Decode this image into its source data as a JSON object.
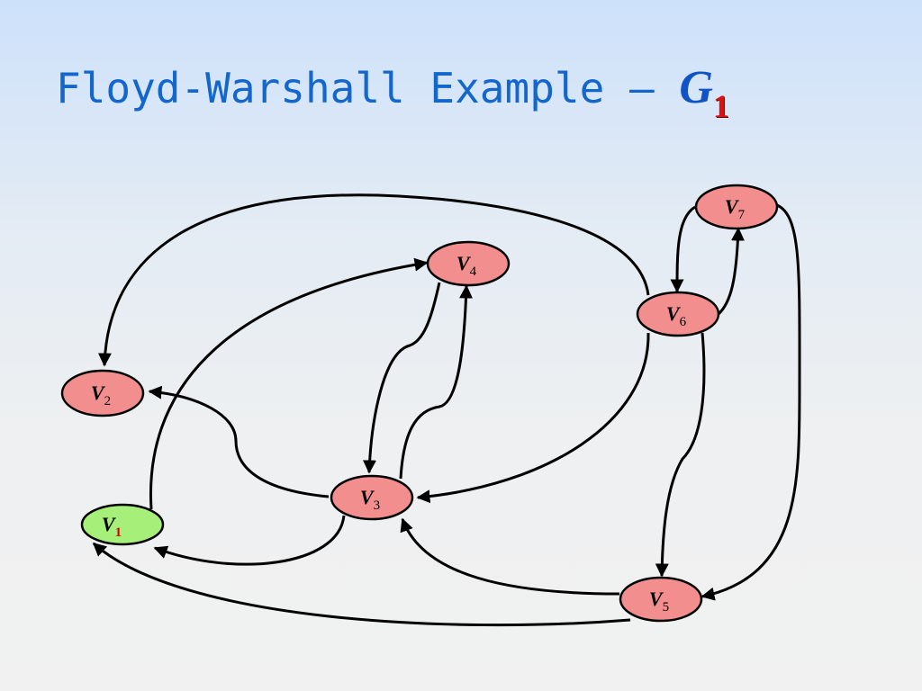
{
  "slide": {
    "title_text": "Floyd-Warshall Example – ",
    "graph_name": "G",
    "graph_subscript": "1"
  },
  "colors": {
    "title": "#1266cc",
    "node_fill": "#f28e8e",
    "source_node_fill": "#a6f07a",
    "edge": "#000000",
    "subscript_highlight": "#d40000"
  },
  "graph": {
    "nodes": [
      {
        "id": "v1",
        "letter": "V",
        "sub": "1",
        "highlight": true
      },
      {
        "id": "v2",
        "letter": "V",
        "sub": "2"
      },
      {
        "id": "v3",
        "letter": "V",
        "sub": "3"
      },
      {
        "id": "v4",
        "letter": "V",
        "sub": "4"
      },
      {
        "id": "v5",
        "letter": "V",
        "sub": "5"
      },
      {
        "id": "v6",
        "letter": "V",
        "sub": "6"
      },
      {
        "id": "v7",
        "letter": "V",
        "sub": "7"
      }
    ],
    "edges": [
      {
        "from": "v1",
        "to": "v4"
      },
      {
        "from": "v3",
        "to": "v1"
      },
      {
        "from": "v5",
        "to": "v1"
      },
      {
        "from": "v3",
        "to": "v2"
      },
      {
        "from": "v6",
        "to": "v2"
      },
      {
        "from": "v4",
        "to": "v3"
      },
      {
        "from": "v3",
        "to": "v4"
      },
      {
        "from": "v6",
        "to": "v3"
      },
      {
        "from": "v5",
        "to": "v3"
      },
      {
        "from": "v6",
        "to": "v5"
      },
      {
        "from": "v7",
        "to": "v5"
      },
      {
        "from": "v6",
        "to": "v7"
      },
      {
        "from": "v7",
        "to": "v6"
      }
    ]
  }
}
